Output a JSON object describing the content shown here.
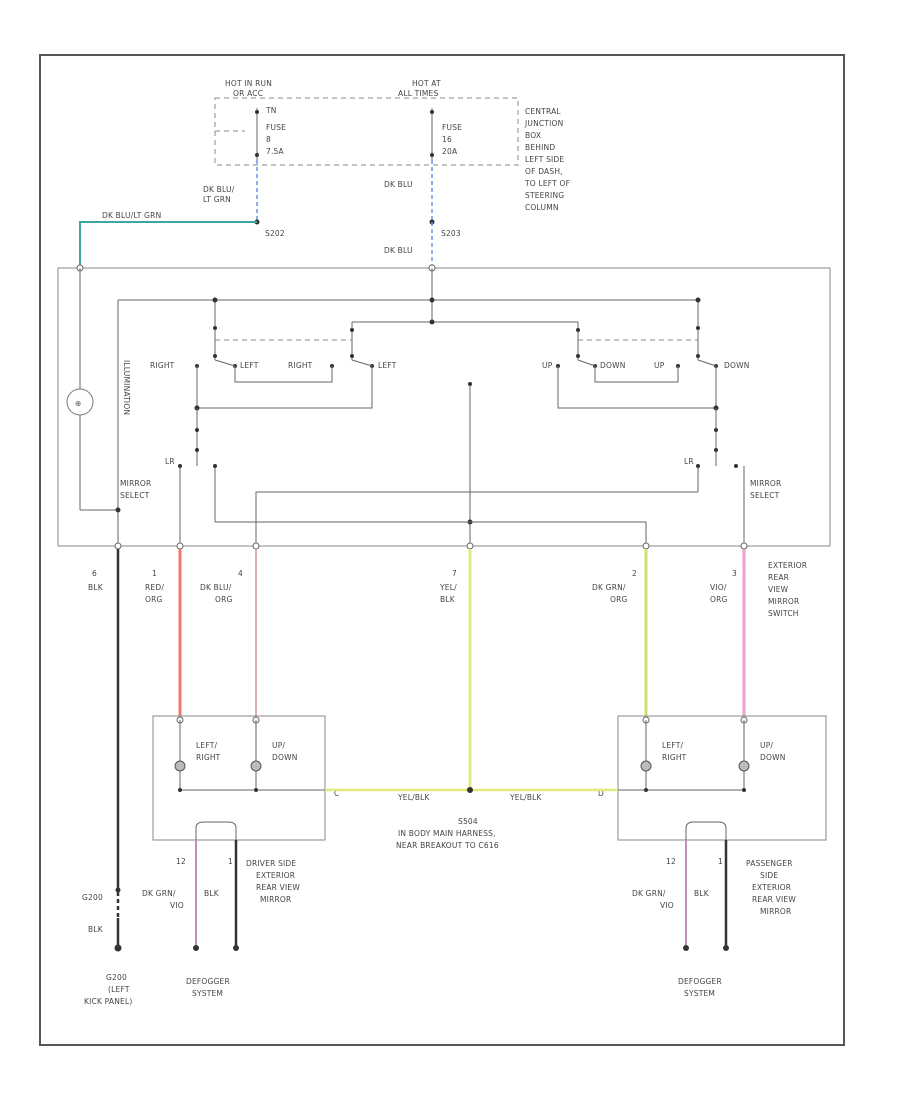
{
  "labels": {
    "hot_in_run": [
      "HOT IN RUN",
      "OR ACC"
    ],
    "hot_at_all_times": [
      "HOT AT",
      "ALL TIMES"
    ],
    "fuse_a": [
      "FUSE",
      "8",
      "7.5A"
    ],
    "fuse_b": [
      "FUSE",
      "16",
      "20A"
    ],
    "cjb": [
      "CENTRAL",
      "JUNCTION",
      "BOX",
      "BEHIND",
      "LEFT SIDE",
      "OF DASH,",
      "TO LEFT OF",
      "STEERING",
      "COLUMN"
    ],
    "wire_dkblu_ltgrn": [
      "DK BLU/",
      "LT GRN"
    ],
    "wire_dkblu": "DK BLU",
    "wire_dkblu_ltgrn_h": "DK BLU/LT GRN",
    "splice_s202": "S202",
    "splice_s203": "S203",
    "illumination": "ILLUMINATION",
    "sw_right_1": "RIGHT",
    "sw_left_1": "LEFT",
    "sw_right_2": "RIGHT",
    "sw_left_2": "LEFT",
    "sw_up_1": "UP",
    "sw_down_1": "DOWN",
    "sw_up_2": "UP",
    "sw_down_2": "DOWN",
    "mirror_select_l": [
      "MIRROR",
      "SELECT"
    ],
    "mirror_select_r": [
      "MIRROR",
      "SELECT"
    ],
    "lr_l": "LR",
    "lr_r": "LR",
    "switch_name": [
      "EXTERIOR",
      "REAR",
      "VIEW",
      "MIRROR",
      "SWITCH"
    ],
    "pin_6": "6",
    "pin_1": "1",
    "pin_4": "4",
    "pin_7": "7",
    "pin_2": "2",
    "pin_3": "3",
    "wire_blk": "BLK",
    "wire_red_org": [
      "RED/",
      "ORG"
    ],
    "wire_dkblu_org": [
      "DK BLU/",
      "ORG"
    ],
    "wire_yel_blk": [
      "YEL/",
      "BLK"
    ],
    "wire_dkgrn_org": [
      "DK GRN/",
      "ORG"
    ],
    "wire_vio_org": [
      "VIO/",
      "ORG"
    ],
    "motor_lr": [
      "LEFT/",
      "RIGHT"
    ],
    "motor_ud": [
      "UP/",
      "DOWN"
    ],
    "yel_blk_h1": "YEL/BLK",
    "yel_blk_h2": "YEL/BLK",
    "splice_s504": [
      "S504",
      "IN BODY MAIN HARNESS,",
      "NEAR BREAKOUT TO C616"
    ],
    "driver_mirror": [
      "DRIVER SIDE",
      "EXTERIOR",
      "REAR VIEW",
      "MIRROR"
    ],
    "pass_mirror": [
      "PASSENGER",
      "SIDE",
      "EXTERIOR",
      "REAR VIEW",
      "MIRROR"
    ],
    "pin_12_l": "12",
    "pin_1_l": "1",
    "pin_12_r": "12",
    "pin_1_r": "1",
    "wire_dkgrn_vio_l": [
      "DK GRN/",
      "VIO"
    ],
    "wire_blk_l": "BLK",
    "wire_dkgrn_vio_r": [
      "DK GRN/",
      "VIO"
    ],
    "wire_blk_r": "BLK",
    "defogger_l": [
      "DEFOGGER",
      "SYSTEM"
    ],
    "defogger_r": [
      "DEFOGGER",
      "SYSTEM"
    ],
    "ground_g": "G200",
    "ground_name": [
      "G200",
      "(LEFT",
      "KICK PANEL)"
    ],
    "connector_c": "C",
    "connector_d": "D"
  },
  "colors": {
    "red_org": "#f07868",
    "dkblu_org": "#d8b0b0",
    "yel_blk": "#e0e880",
    "dkgrn_org": "#d0e070",
    "vio_org": "#f0a0c8",
    "blk": "#333333",
    "dkblu": "#7090e0",
    "dkblu_ltgrn": "#3aa7a0",
    "dkgrn_vio": "#c090c0"
  }
}
